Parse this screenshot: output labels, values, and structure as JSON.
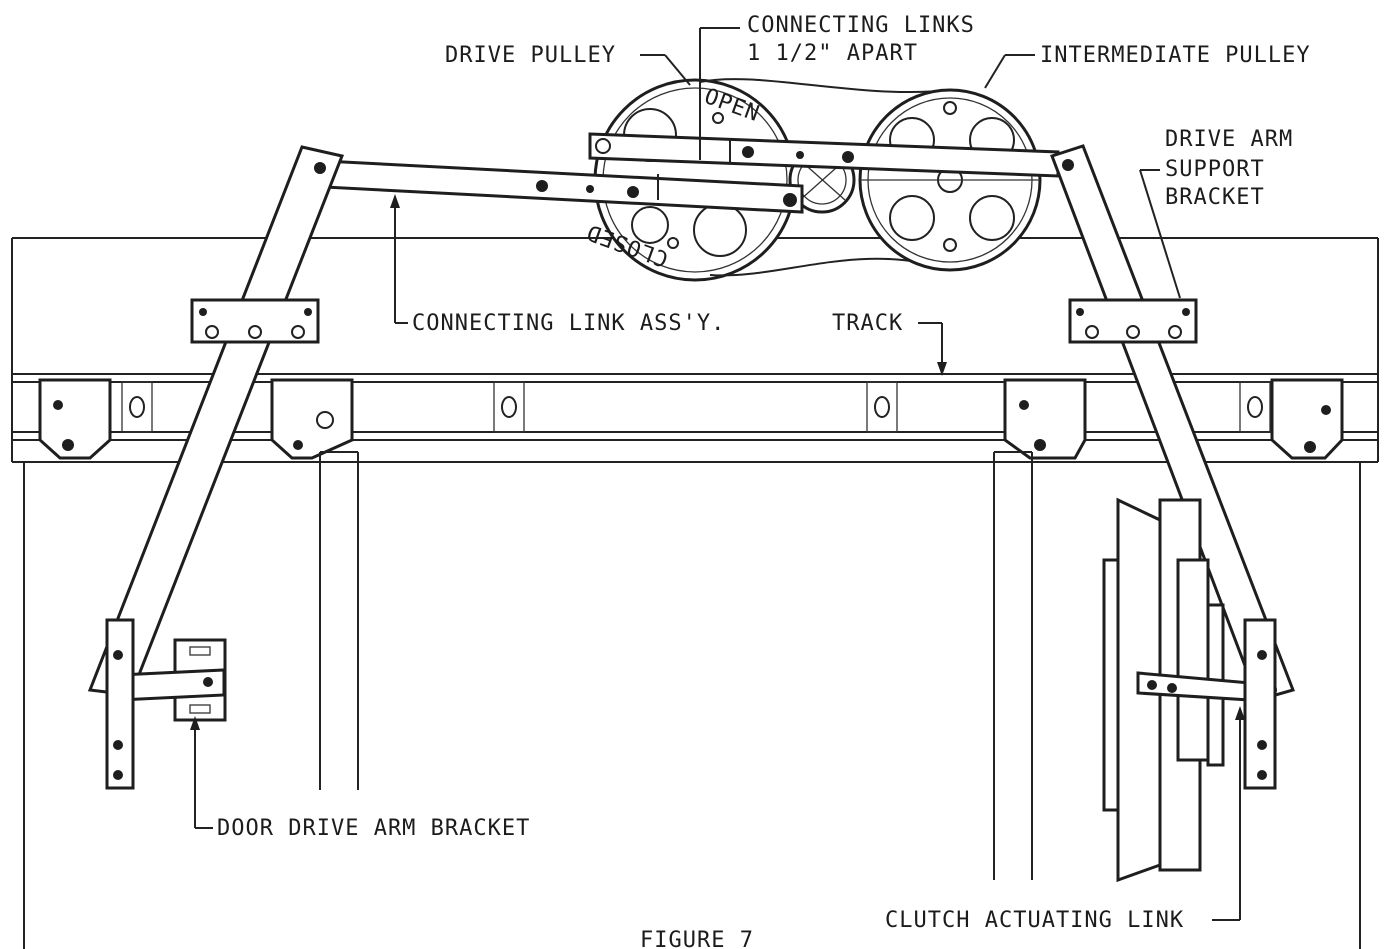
{
  "figure": {
    "caption": "FIGURE 7"
  },
  "labels": {
    "drive_pulley": "DRIVE PULLEY",
    "connecting_links_line1": "CONNECTING LINKS",
    "connecting_links_line2": "1 1/2\" APART",
    "intermediate_pulley": "INTERMEDIATE PULLEY",
    "drive_arm_support_line1": "DRIVE ARM",
    "drive_arm_support_line2": "SUPPORT",
    "drive_arm_support_line3": "BRACKET",
    "connecting_link_assy": "CONNECTING LINK ASS'Y.",
    "track": "TRACK",
    "door_drive_arm_bracket": "DOOR DRIVE ARM BRACKET",
    "clutch_actuating_link": "CLUTCH ACTUATING LINK"
  },
  "pulley_marks": {
    "open": "OPEN",
    "closed": "CLOSED"
  }
}
